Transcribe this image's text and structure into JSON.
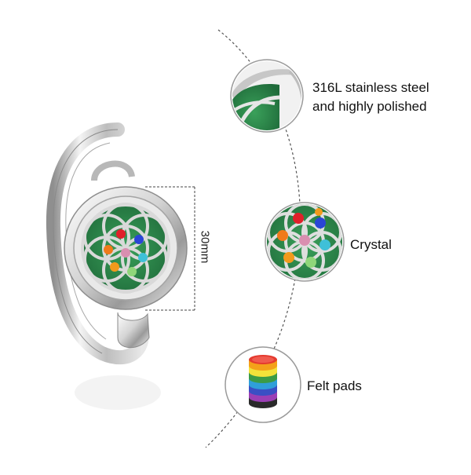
{
  "callouts": [
    {
      "line1": "316L stainless steel",
      "line2": "and highly polished"
    },
    {
      "line1": "Crystal"
    },
    {
      "line1": "Felt pads"
    }
  ],
  "dimension": "30mm",
  "colors": {
    "steel_light": "#f2f2f2",
    "steel_mid": "#c9c9c9",
    "steel_dark": "#8c8c8c",
    "felt_green": "#2f8f4f",
    "felt_dark_green": "#1f6b3a",
    "dashed_line": "#555555"
  },
  "crystal_colors": [
    "#e0202a",
    "#2a45d6",
    "#f07a1a",
    "#d98fb0",
    "#3fc0d8",
    "#f29a1c",
    "#8fd67a",
    "#e0202a"
  ],
  "felt_pad_colors": [
    "#e43a2f",
    "#f4a11a",
    "#f2e23a",
    "#3b9b46",
    "#2f9fd9",
    "#3a4fc4",
    "#9b3fb5",
    "#2a2a2a"
  ],
  "icons": [
    "bracelet-image",
    "steel-detail-image",
    "crystal-detail-image",
    "felt-pads-image"
  ]
}
